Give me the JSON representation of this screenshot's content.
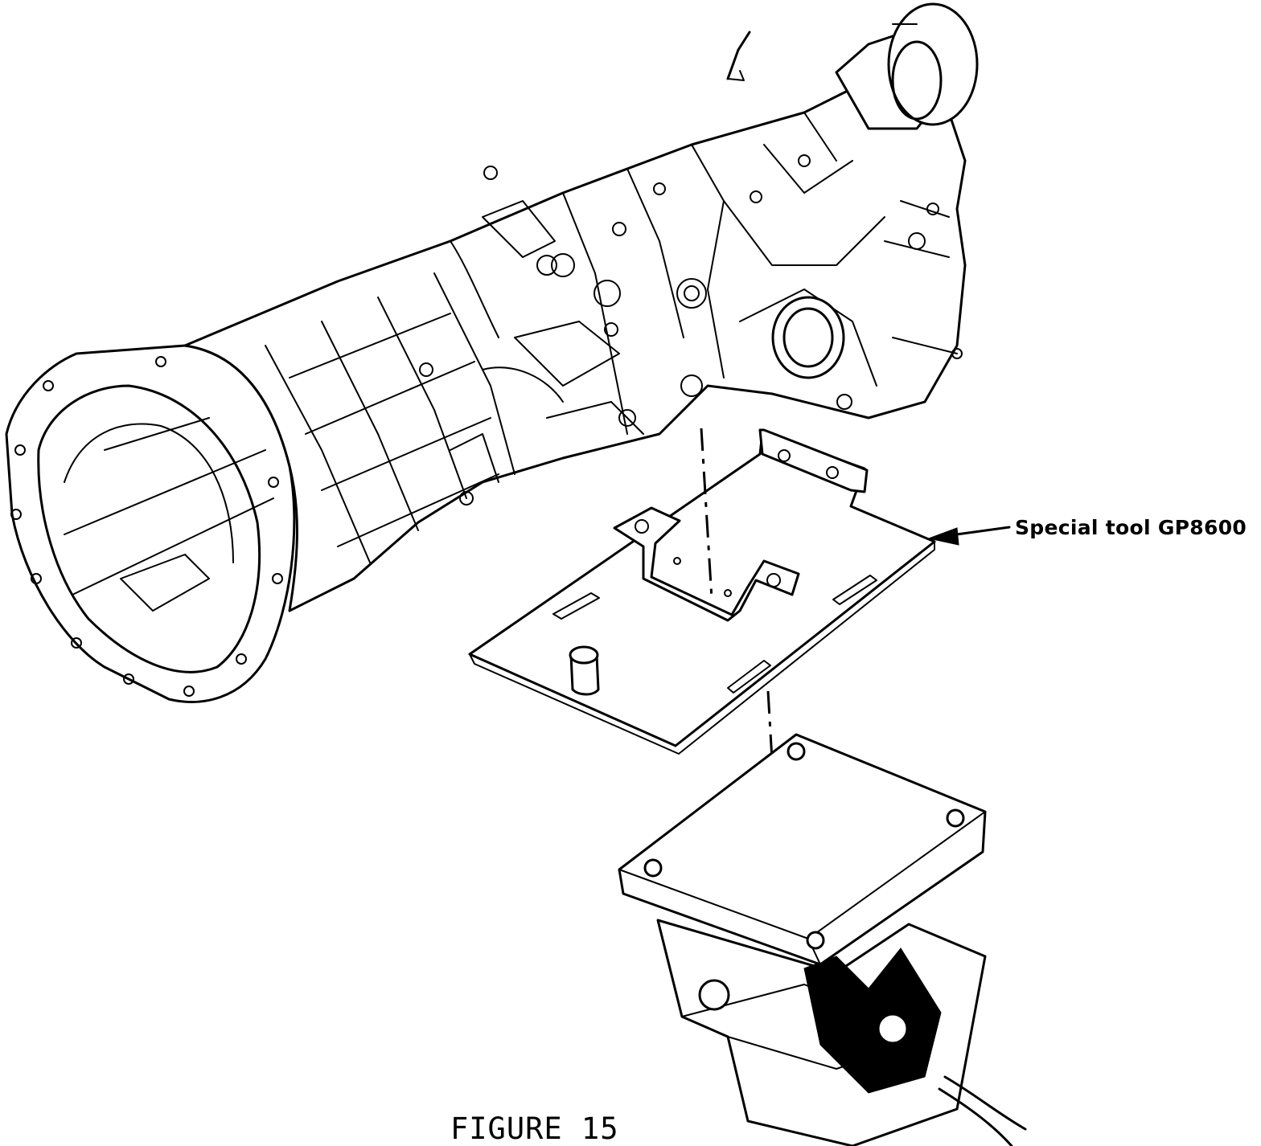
{
  "callout": {
    "label": "Special tool GP8600"
  },
  "caption": {
    "text": "FIGURE 15"
  },
  "parts": {
    "transmission": "transmission-assembly",
    "tool": "special-tool-plate",
    "jack": "transmission-jack-head"
  }
}
